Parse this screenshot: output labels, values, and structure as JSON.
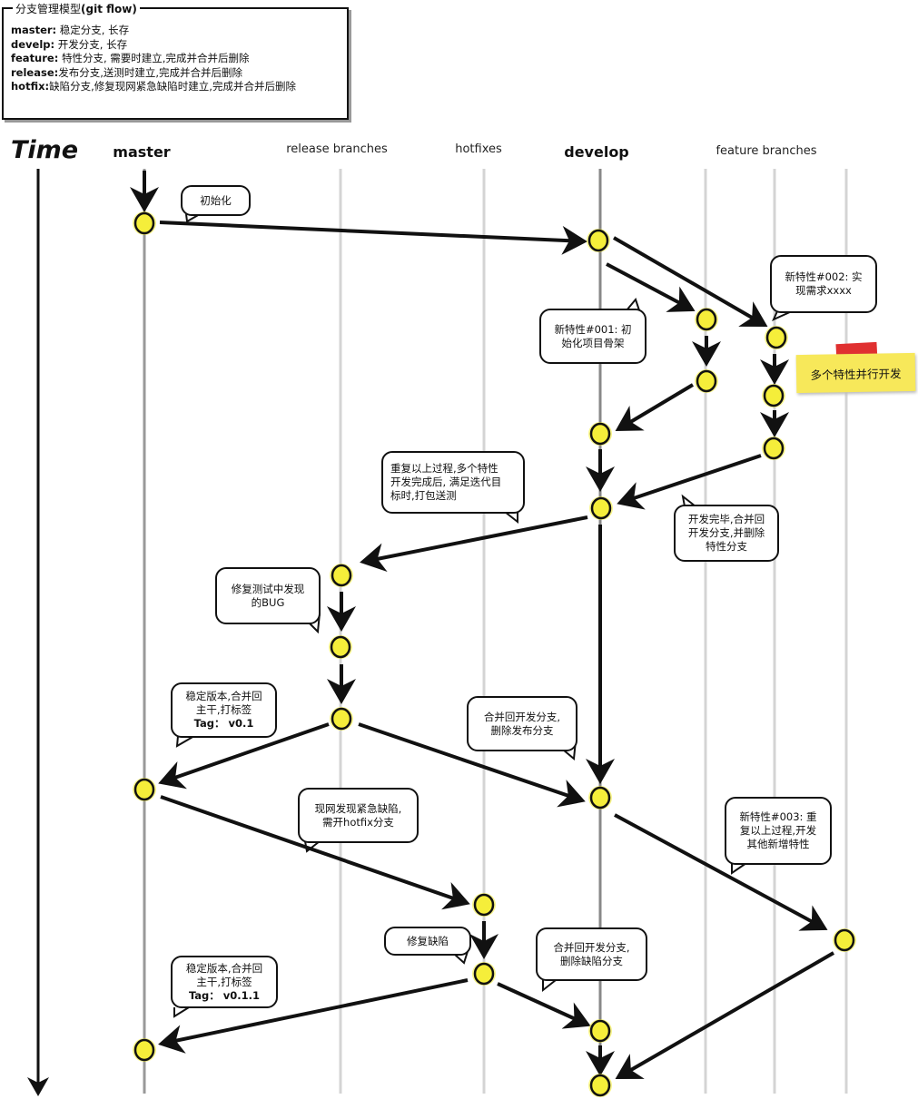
{
  "legend": {
    "title_cn": "分支管理模型",
    "title_en": "(git flow)",
    "rows": [
      {
        "key": "master:",
        "desc": " 稳定分支, 长存"
      },
      {
        "key": "develp:",
        "desc": " 开发分支, 长存"
      },
      {
        "key": "feature:",
        "desc": " 特性分支, 需要时建立,完成并合并后删除"
      },
      {
        "key": "release:",
        "desc": "发布分支,送测时建立,完成并合并后删除"
      },
      {
        "key": "hotfix:",
        "desc": "缺陷分支,修复现网紧急缺陷时建立,完成并合并后删除"
      }
    ]
  },
  "headers": {
    "time": "Time",
    "master": "master",
    "release": "release branches",
    "hotfixes": "hotfixes",
    "develop": "develop",
    "feature": "feature branches"
  },
  "bubbles": {
    "init": "初始化",
    "f002_a": "新特性#002: 实",
    "f002_b": "现需求xxxx",
    "f001_a": "新特性#001: 初",
    "f001_b": "始化项目骨架",
    "repeat_a": "重复以上过程,多个特性",
    "repeat_b": "开发完成后, 满足迭代目",
    "repeat_c": "标时,打包送测",
    "done_a": "开发完毕,合并回",
    "done_b": "开发分支,并删除",
    "done_c": "特性分支",
    "bugfix_a": "修复测试中发现",
    "bugfix_b": "的BUG",
    "stable1_a": "稳定版本,合并回",
    "stable1_b": "主干,打标签",
    "stable1_c": "Tag： v0.1",
    "mergerel_a": "合并回开发分支,",
    "mergerel_b": "删除发布分支",
    "hot_a": "现网发现紧急缺陷,",
    "hot_b": "需开hotfix分支",
    "f003_a": "新特性#003: 重",
    "f003_b": "复以上过程,开发",
    "f003_c": "其他新增特性",
    "fixdefect": "修复缺陷",
    "mergehot_a": "合并回开发分支,",
    "mergehot_b": "删除缺陷分支",
    "stable2_a": "稳定版本,合并回",
    "stable2_b": "主干,打标签",
    "stable2_c": "Tag： v0.1.1"
  },
  "sticky_note": "多个特性并行开发",
  "colors": {
    "node": "#f5ee3a",
    "line": "#111111",
    "lane": "#d4d4d4",
    "tape": "#e03030",
    "sticky": "#f7e85a"
  }
}
